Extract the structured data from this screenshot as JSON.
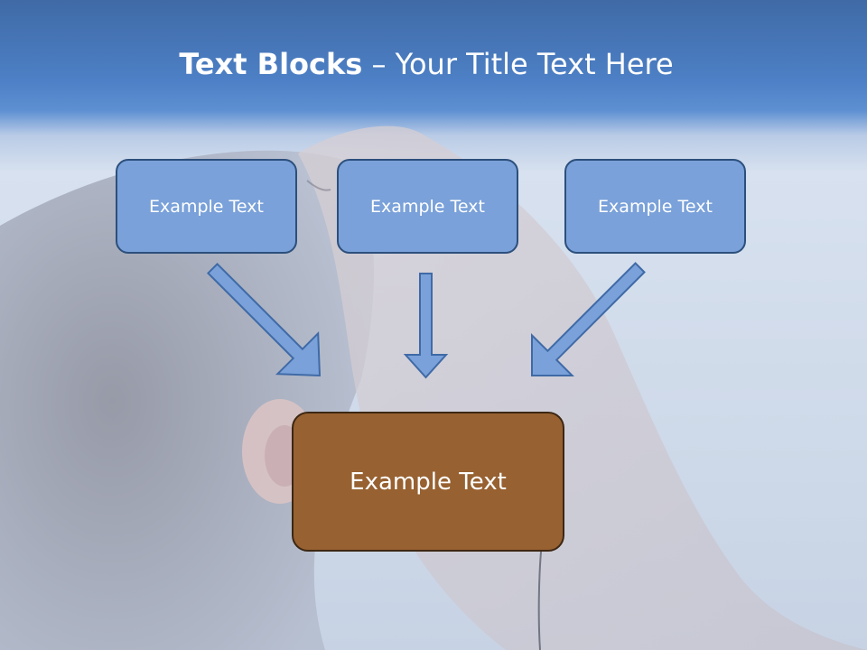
{
  "slide": {
    "title_bold": "Text Blocks",
    "title_rest": " – Your Title Text Here",
    "top_boxes": [
      "Example Text",
      "Example Text",
      "Example Text"
    ],
    "bottom_box": "Example Text"
  },
  "colors": {
    "header_blue": "#4d80c6",
    "top_box_fill": "#7aa1d9",
    "top_box_border": "#2c4f7c",
    "bottom_box_fill": "#976131",
    "arrow_fill": "#7aa1d9",
    "arrow_stroke": "#3f6aa6"
  }
}
